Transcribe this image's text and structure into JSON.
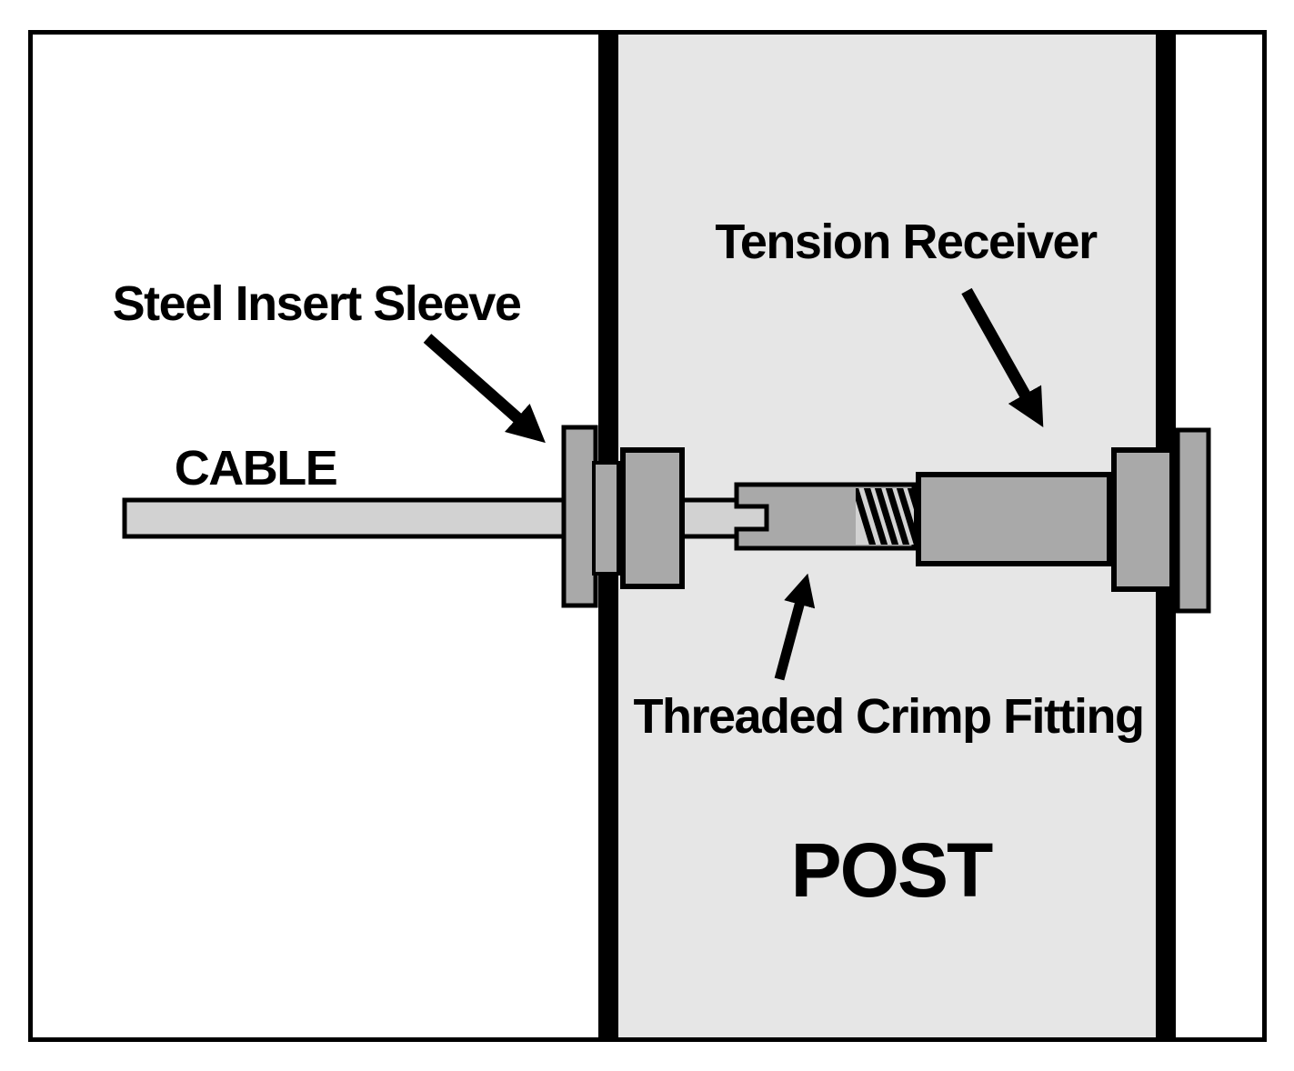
{
  "diagram": {
    "labels": {
      "steel_insert_sleeve": "Steel Insert Sleeve",
      "cable": "CABLE",
      "tension_receiver": "Tension Receiver",
      "threaded_crimp_fitting": "Threaded Crimp Fitting",
      "post": "POST"
    },
    "colors": {
      "background": "#ffffff",
      "post_fill": "#e6e6e6",
      "hardware_gray": "#a9a9a9",
      "cable_gray": "#d2d2d2",
      "outline_black": "#000000"
    }
  }
}
